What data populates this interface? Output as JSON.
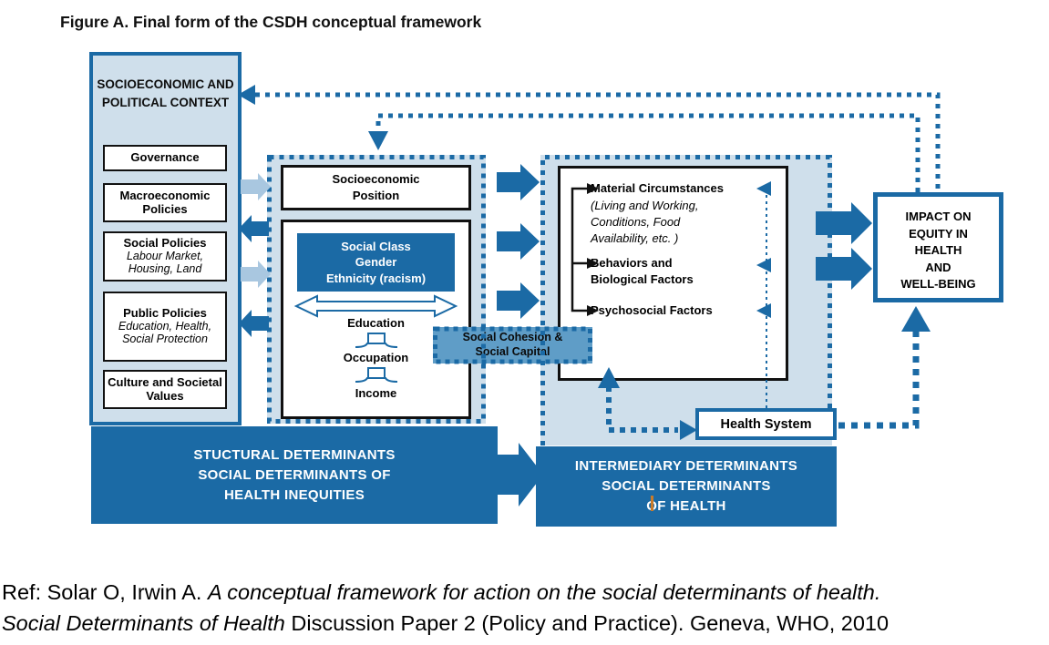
{
  "figure": {
    "title": "Figure A. Final form of the CSDH conceptual framework"
  },
  "context": {
    "title": "SOCIOECONOMIC AND POLITICAL CONTEXT",
    "items": [
      {
        "label": "Governance"
      },
      {
        "label": "Macroeconomic Policies"
      },
      {
        "label": "Social Policies",
        "sub": "Labour Market, Housing, Land"
      },
      {
        "label": "Public Policies",
        "sub": "Education, Health, Social Protection"
      },
      {
        "label": "Culture and Societal Values"
      }
    ]
  },
  "structural": {
    "position_label": "Socioeconomic Position",
    "identity_lines": [
      "Social Class",
      "Gender",
      "Ethnicity (racism)"
    ],
    "ladder": [
      "Education",
      "Occupation",
      "Income"
    ]
  },
  "cohesion": {
    "label": "Social Cohesion & Social Capital"
  },
  "intermediary": {
    "material_label": "Material Circumstances",
    "material_sub_lines": [
      "(Living and Working,",
      "Conditions, Food",
      "Availability, etc. )"
    ],
    "behaviors_lines": [
      "Behaviors and",
      "Biological Factors"
    ],
    "psychosocial_label": "Psychosocial Factors"
  },
  "health_system": {
    "label": "Health System"
  },
  "impact": {
    "lines": [
      "IMPACT ON",
      "EQUITY IN",
      "HEALTH",
      "AND",
      "WELL-BEING"
    ]
  },
  "bars": {
    "structural_lines": [
      "STUCTURAL DETERMINANTS",
      "SOCIAL DETERMINANTS OF",
      "HEALTH INEQUITIES"
    ],
    "intermediary_lines": [
      "INTERMEDIARY DETERMINANTS",
      "SOCIAL DETERMINANTS",
      "OF HEALTH"
    ]
  },
  "reference": {
    "prefix": "Ref: Solar O, Irwin A. ",
    "italic_title": "A conceptual framework for action on the social determinants of health.",
    "italic_series": "Social Determinants of Health",
    "suffix": " Discussion Paper 2 (Policy and Practice). Geneva, WHO, 2010"
  },
  "colors": {
    "primary_blue": "#1b6aa5",
    "panel_fill": "#cfdfeb",
    "cohesion_fill": "#5f9dc7",
    "arrow_light_blue": "#a9c7e0",
    "box_border_black": "#111111",
    "white": "#ffffff"
  }
}
